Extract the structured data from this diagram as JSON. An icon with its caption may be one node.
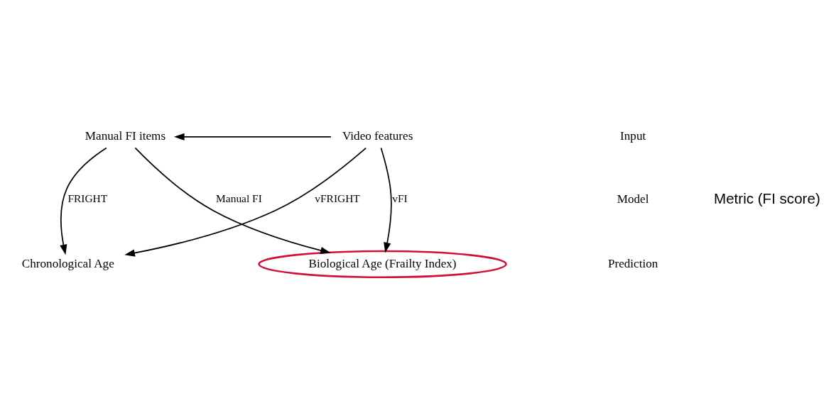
{
  "diagram": {
    "nodes": [
      {
        "text": [
          "Manual FI items"
        ]
      },
      {
        "text": [
          "Video features"
        ]
      },
      {
        "text": [
          "Chronological Age"
        ]
      },
      {
        "text": [
          "Biological Age (Frailty Index)"
        ]
      }
    ],
    "edges": [
      {
        "from": 1,
        "to": 0,
        "arrow": "to"
      },
      {
        "from": 0,
        "to": 2,
        "arrow": "to",
        "label": "FRIGHT"
      },
      {
        "from": 1,
        "to": 2,
        "arrow": "to",
        "label": "vFRIGHT"
      },
      {
        "from": 0,
        "to": 3,
        "arrow": "to",
        "label": "Manual FI"
      },
      {
        "from": 1,
        "to": 3,
        "arrow": "to",
        "label": "vFI"
      }
    ],
    "labels": [
      "Input",
      "Model",
      "Prediction",
      "Metric (FI score)"
    ]
  }
}
